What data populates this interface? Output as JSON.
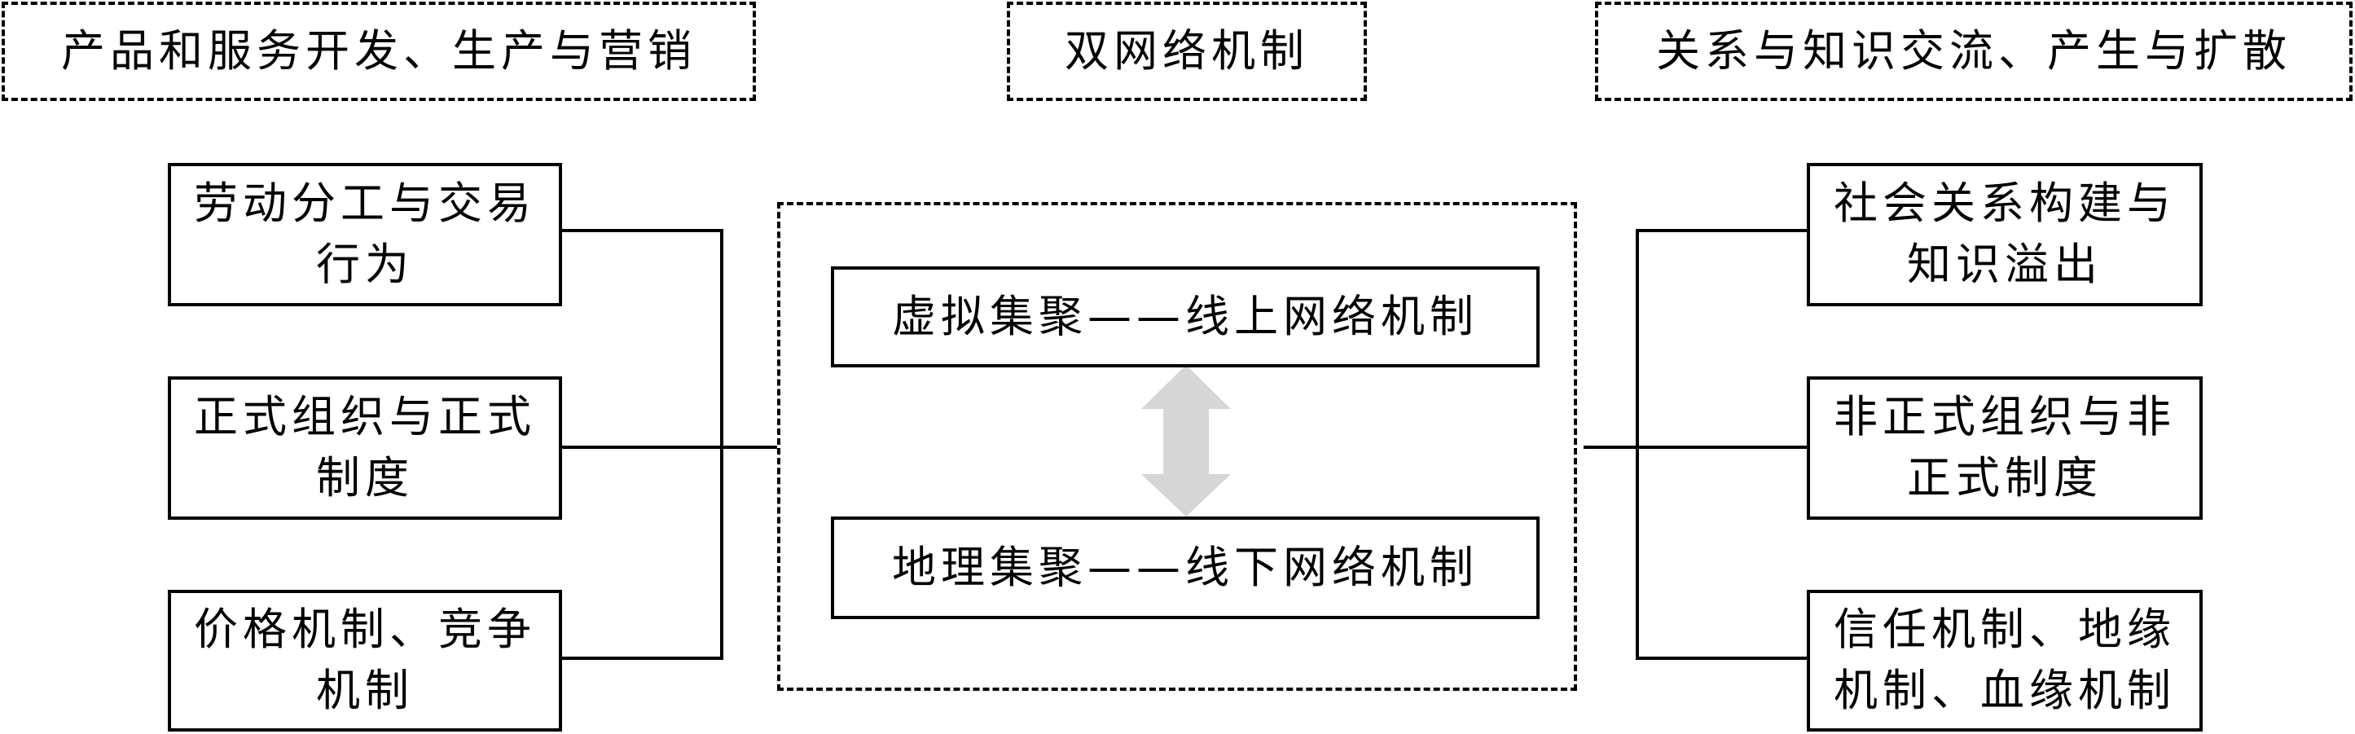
{
  "headers": {
    "left": "产品和服务开发、生产与营销",
    "center": "双网络机制",
    "right": "关系与知识交流、产生与扩散"
  },
  "left_boxes": [
    "劳动分工与交易行为",
    "正式组织与正式制度",
    "价格机制、竞争机制"
  ],
  "center_boxes": {
    "top": "虚拟集聚——线上网络机制",
    "bottom": "地理集聚——线下网络机制"
  },
  "right_boxes": [
    "社会关系构建与知识溢出",
    "非正式组织与非正式制度",
    "信任机制、地缘机制、血缘机制"
  ]
}
